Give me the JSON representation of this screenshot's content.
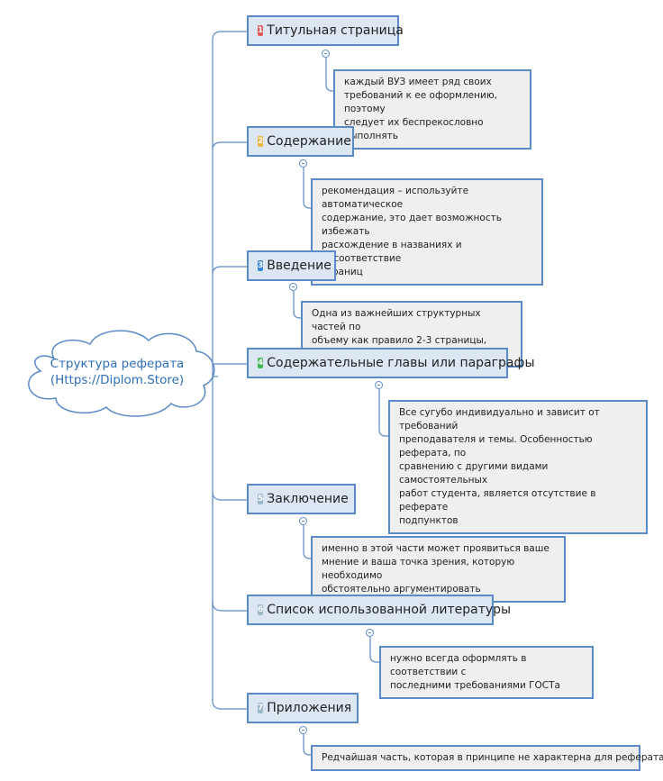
{
  "root": {
    "line1": "Структура реферата",
    "line2": "(Https://Diplom.Store)"
  },
  "topics": [
    {
      "num": "1",
      "color": "#e05a5a",
      "title": "Титульная страница",
      "note": [
        "каждый ВУЗ имеет ряд своих",
        "требований к ее оформлению, поэтому",
        "следует их беспрекословно выполнять"
      ]
    },
    {
      "num": "2",
      "color": "#f0b43c",
      "title": "Содержание",
      "note": [
        "рекомендация – используйте автоматическое",
        "содержание, это дает возможность избежать",
        "расхождение в названиях и несоответствие",
        "страниц"
      ]
    },
    {
      "num": "3",
      "color": "#3b86d8",
      "title": "Введение",
      "note": [
        "Одна из важнейших структурных частей по",
        "объему как правило 2-3 страницы, иногда 1"
      ]
    },
    {
      "num": "4",
      "color": "#3cba54",
      "title": "Содержательные главы или параграфы",
      "note": [
        "Все сугубо индивидуально и зависит от требований",
        "преподавателя и темы. Особенностью реферата, по",
        "сравнению с другими видами самостоятельных",
        "работ студента, является отсутствие в реферате",
        "подпунктов"
      ]
    },
    {
      "num": "5",
      "color": "#9ab8c8",
      "title": "Заключение",
      "note": [
        "именно в этой части может проявиться ваше",
        "мнение и ваша точка зрения, которую необходимо",
        "обстоятельно аргументировать"
      ]
    },
    {
      "num": "6",
      "color": "#9ab8c8",
      "title": "Список использованной литературы",
      "note": [
        "нужно всегда оформлять в соответствии с",
        "последними требованиями ГОСТа"
      ]
    },
    {
      "num": "7",
      "color": "#9ab8c8",
      "title": "Приложения",
      "note": [
        "Редчайшая часть, которая в принципе не характерна для реферата"
      ]
    }
  ],
  "colors": {
    "line": "#5a8ac8",
    "topic_fill": "#dde7f3",
    "note_fill": "#efefef",
    "root_text": "#2f6fb5"
  }
}
